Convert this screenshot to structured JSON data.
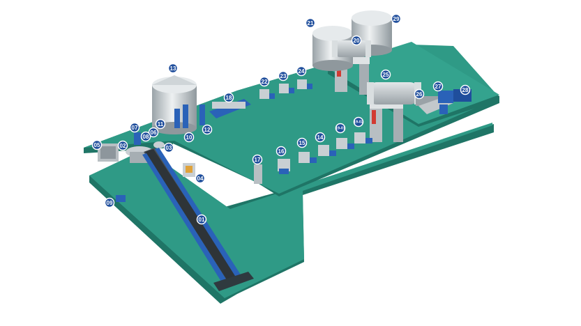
{
  "colors": {
    "floor_top": "#2f9a86",
    "floor_side": "#1f7566",
    "machine_blue": "#2a62b8",
    "steel": "#c9cfd3",
    "steel_dark": "#8d969c",
    "badge": "#1f4e9c"
  },
  "equipment_labels": [
    {
      "id": "01",
      "icon": "chain-conveyor-icon"
    },
    {
      "id": "02",
      "icon": "pulper-icon"
    },
    {
      "id": "03",
      "icon": "tank-icon"
    },
    {
      "id": "04",
      "icon": "baler-icon"
    },
    {
      "id": "05",
      "icon": "drum-screen-icon"
    },
    {
      "id": "06",
      "icon": "cleaner-icon"
    },
    {
      "id": "07",
      "icon": "pump-icon"
    },
    {
      "id": "08",
      "icon": "screen-icon"
    },
    {
      "id": "09",
      "icon": "pump-icon"
    },
    {
      "id": "10",
      "icon": "pump-icon"
    },
    {
      "id": "11",
      "icon": "cleaner-icon"
    },
    {
      "id": "12",
      "icon": "screen-icon"
    },
    {
      "id": "13",
      "icon": "storage-tower-icon"
    },
    {
      "id": "14",
      "icon": "pressure-screen-icon"
    },
    {
      "id": "15",
      "icon": "pressure-screen-icon"
    },
    {
      "id": "16",
      "icon": "screen-icon"
    },
    {
      "id": "17",
      "icon": "reject-separator-icon"
    },
    {
      "id": "18",
      "icon": "cleaner-bank-icon"
    },
    {
      "id": "19-01",
      "icon": "pressure-screen-icon"
    },
    {
      "id": "19-02",
      "icon": "pressure-screen-icon"
    },
    {
      "id": "20",
      "icon": "disc-filter-icon"
    },
    {
      "id": "21",
      "icon": "storage-tower-icon"
    },
    {
      "id": "22",
      "icon": "pressure-screen-icon"
    },
    {
      "id": "23",
      "icon": "pressure-screen-icon"
    },
    {
      "id": "24",
      "icon": "pressure-screen-icon"
    },
    {
      "id": "25",
      "icon": "disc-thickener-icon"
    },
    {
      "id": "26",
      "icon": "screw-press-icon"
    },
    {
      "id": "27",
      "icon": "disperser-icon"
    },
    {
      "id": "28",
      "icon": "motor-icon"
    },
    {
      "id": "29",
      "icon": "storage-tower-icon"
    }
  ]
}
